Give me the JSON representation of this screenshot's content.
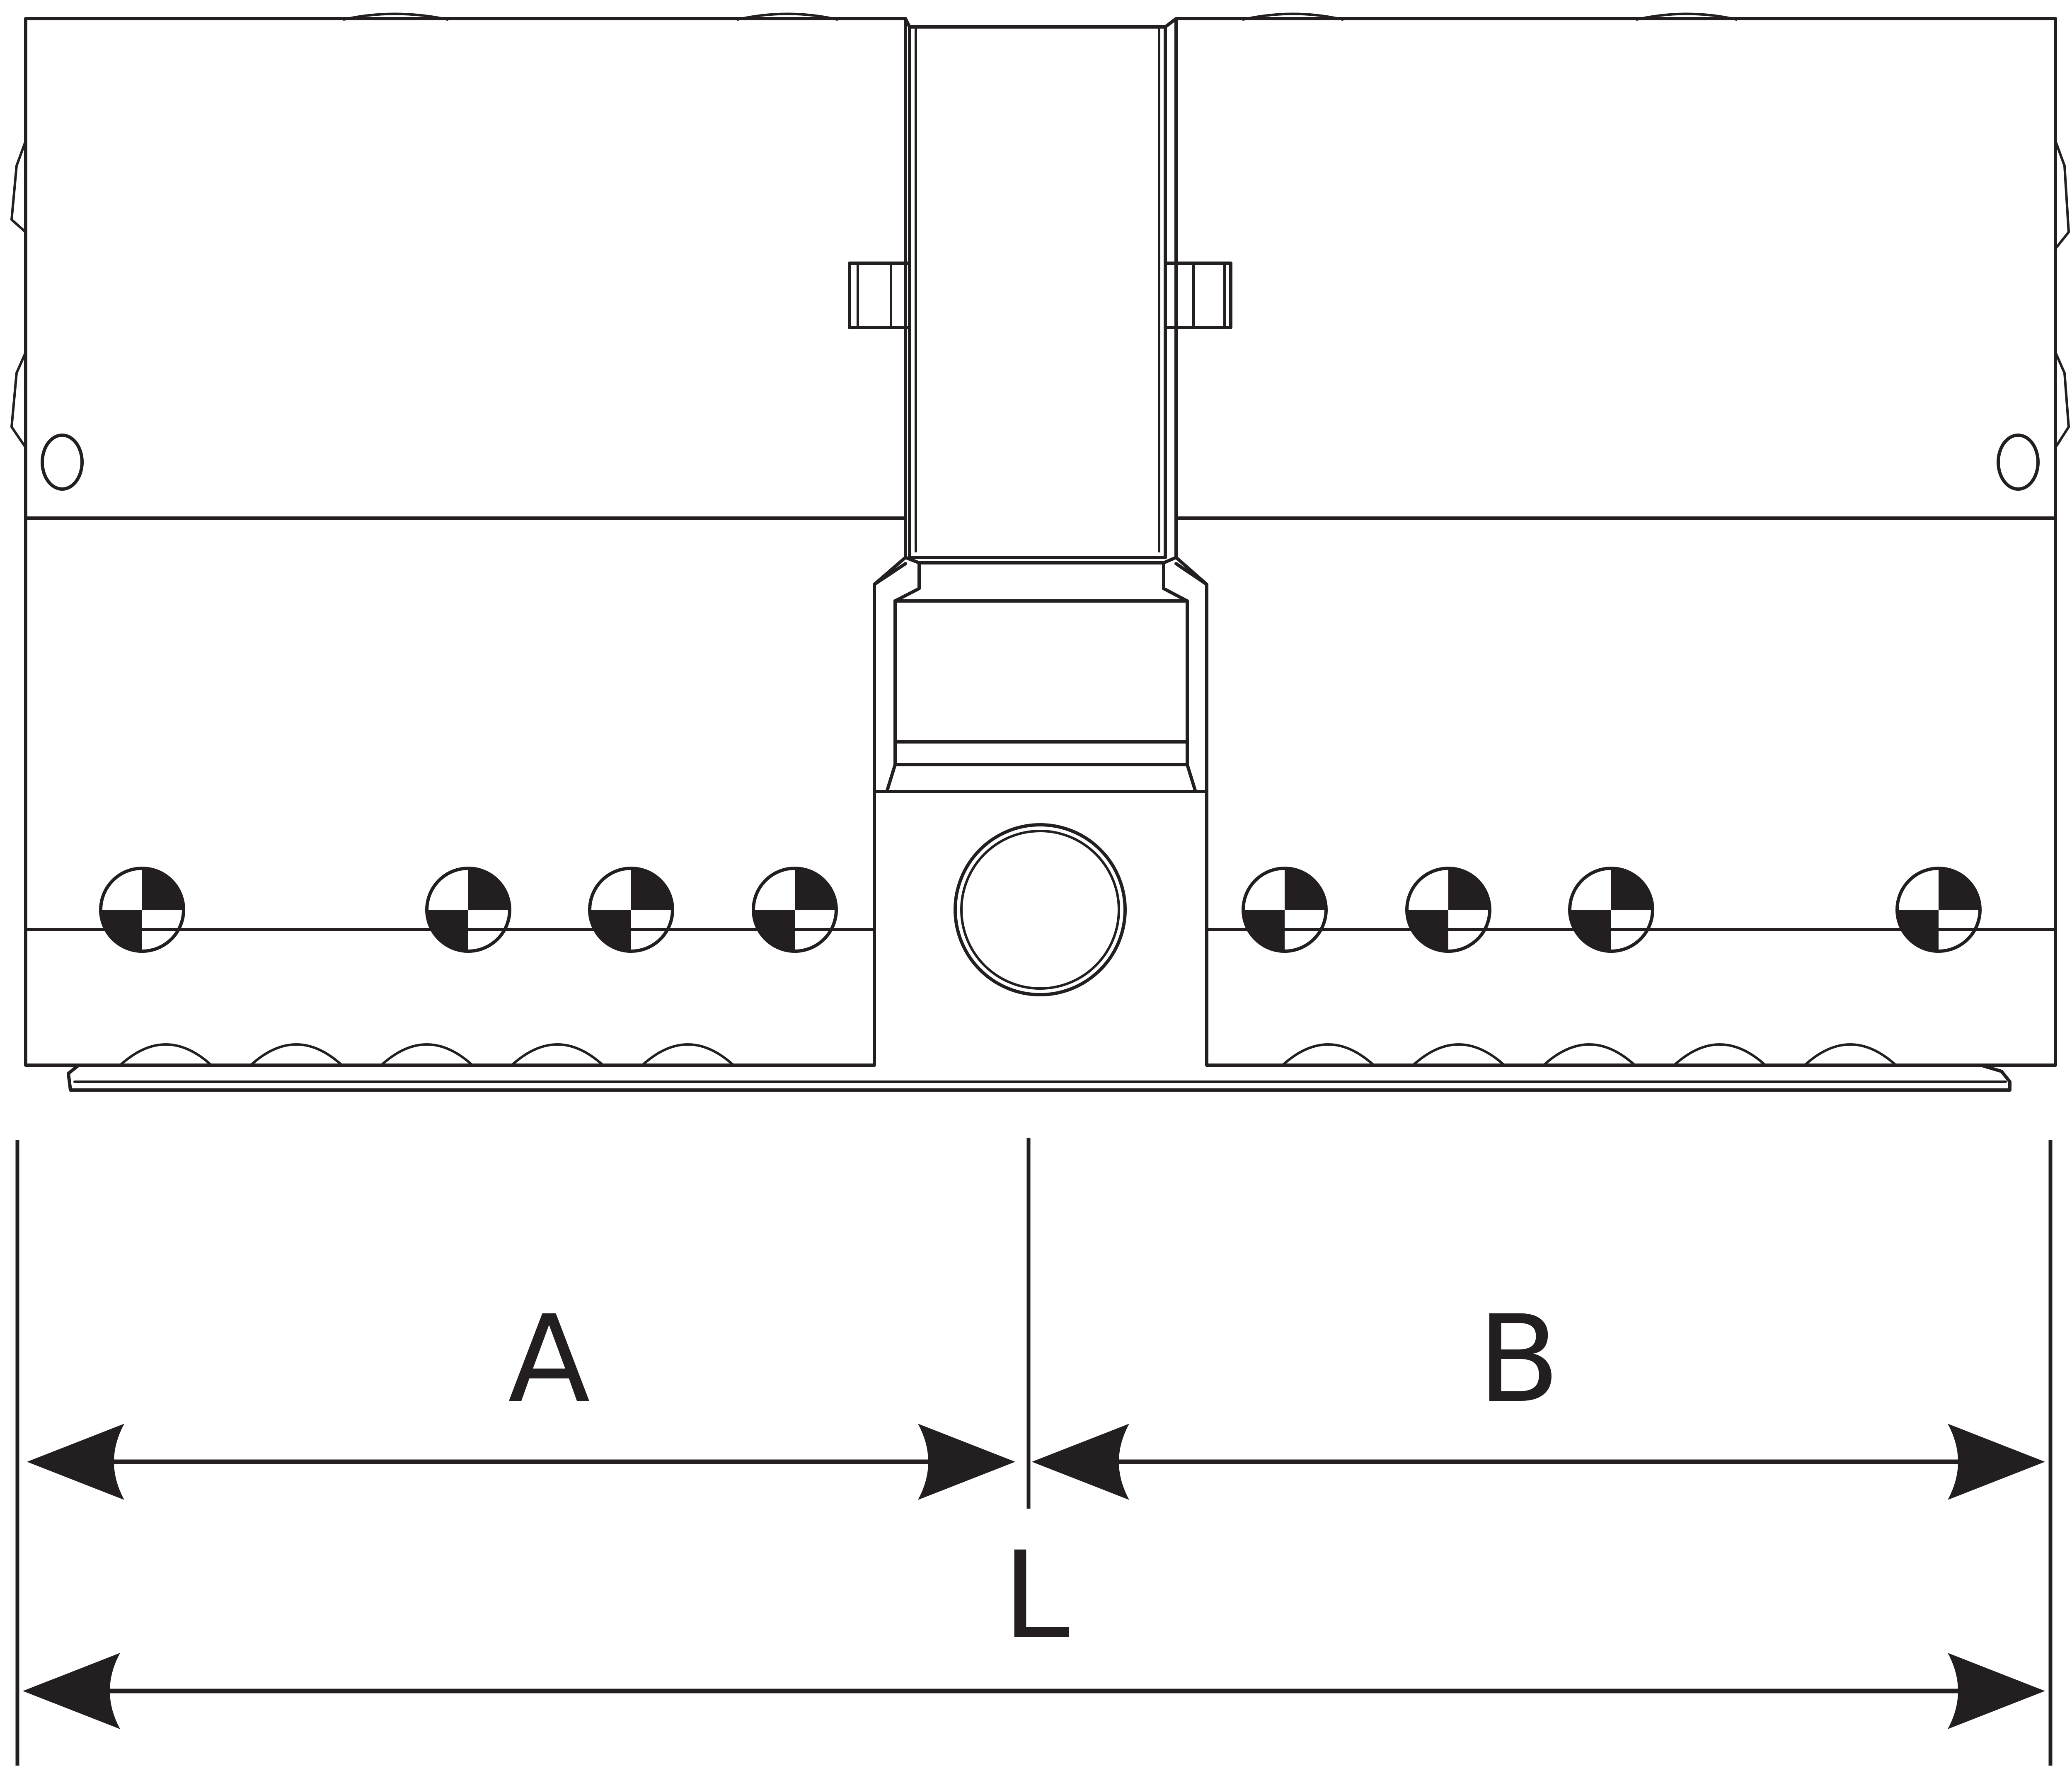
{
  "diagram": {
    "labels": {
      "a": "A",
      "b": "B",
      "l": "L"
    },
    "colors": {
      "line": "#231f20",
      "background": "#ffffff"
    }
  }
}
